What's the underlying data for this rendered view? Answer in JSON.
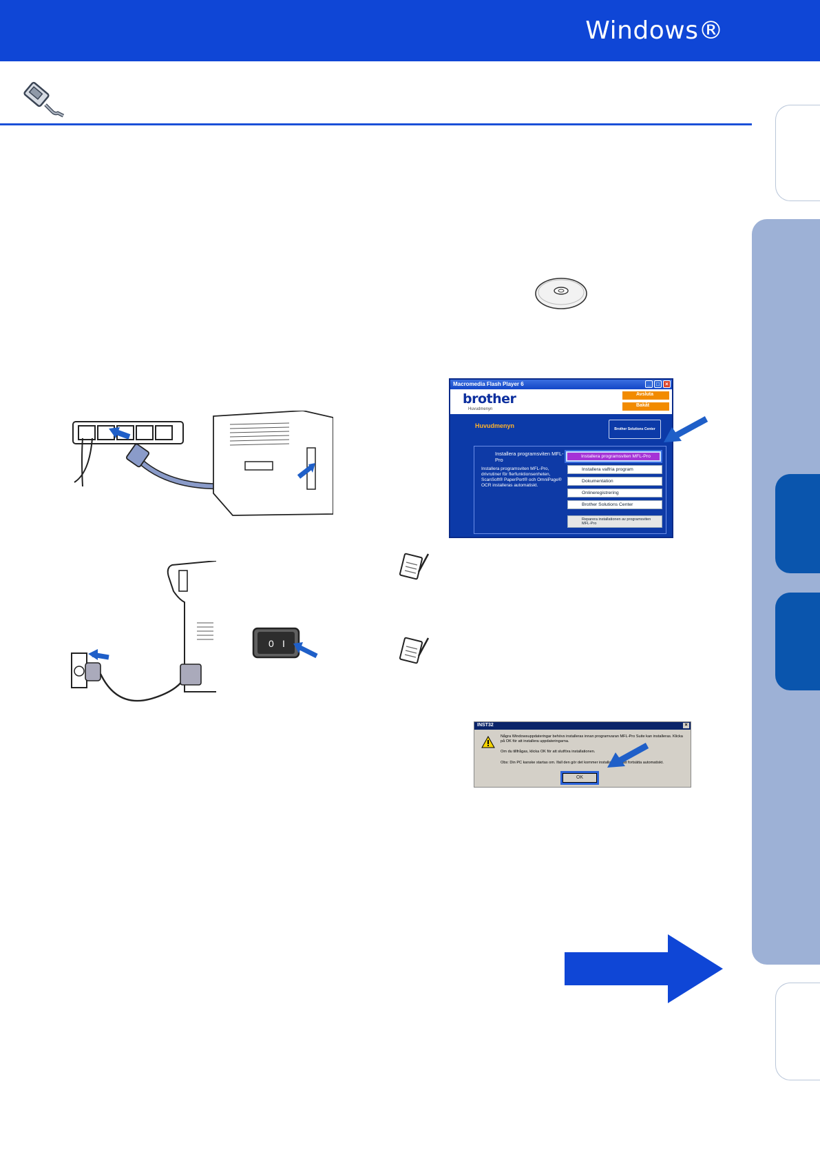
{
  "header": {
    "title": "Windows®"
  },
  "brand_window": {
    "title": "Macromedia Flash Player 6",
    "logo": "brother",
    "breadcrumb": "Huvudmenyn",
    "exit_label": "Avsluta",
    "back_label": "Bakåt",
    "menu_title": "Huvudmenyn",
    "center_logo": "Brother Solutions Center",
    "panel_title": "Installera programsviten MFL-Pro",
    "panel_text": "Installera programsviten MFL-Pro, drivrutiner för flerfunktionsenheten, ScanSoft® PaperPort® och OmniPage® OCR installeras automatiskt.",
    "buttons": [
      "Installera programsviten MFL-Pro",
      "Installera valfria program",
      "Dokumentation",
      "Onlineregistrering",
      "Brother Solutions Center",
      "Reparera installationen av programsviten MFL-Pro"
    ]
  },
  "dialog": {
    "title": "INST32",
    "line1": "Några Windowsuppdateringar behövs installeras innan programvaran MFL-Pro Suite kan installeras. Klicka på OK för att installera uppdateringarna.",
    "line2": "Om du tillfrågas, klicka OK för att slutföra installationen.",
    "line3": "Obs: Din PC kanske startas om. Ifall den gör det kommer installationen att fortsätta automatiskt.",
    "ok_label": "OK"
  },
  "switch": {
    "off_mark": "0",
    "on_mark": "I"
  },
  "colors": {
    "banner": "#0f46d6",
    "accent": "#0a55ad",
    "tab_light": "#9db1d6"
  }
}
